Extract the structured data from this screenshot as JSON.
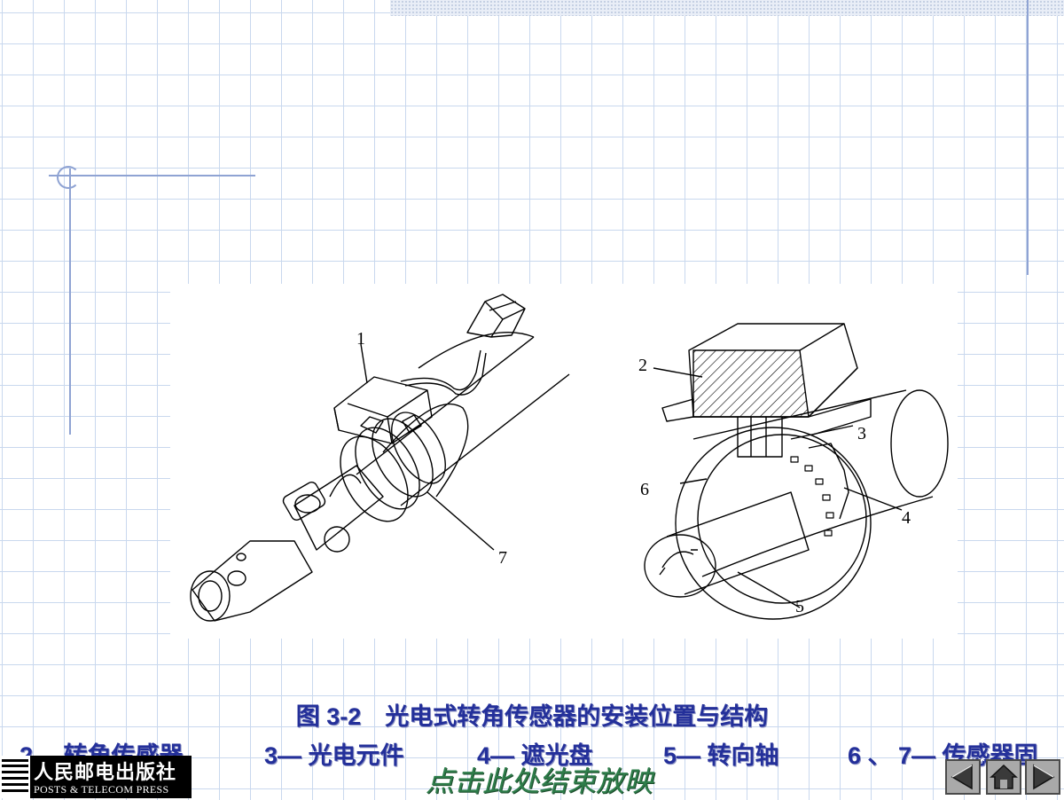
{
  "figure": {
    "callouts": [
      "1",
      "2",
      "3",
      "4",
      "5",
      "6",
      "7"
    ]
  },
  "caption": "图 3-2　光电式转角传感器的安装位置与结构",
  "legend": [
    "2— 转角传感器",
    "3— 光电元件",
    "4— 遮光盘",
    "5— 转向轴",
    "6 、 7— 传感器固"
  ],
  "publisher": {
    "name_cn": "人民邮电出版社",
    "name_en": "POSTS & TELECOM PRESS"
  },
  "end_show_link": "点击此处结束放映",
  "nav": {
    "prev_icon": "triangle-left-icon",
    "home_icon": "home-icon",
    "next_icon": "triangle-right-icon"
  },
  "colors": {
    "caption": "#24309a",
    "end_link": "#2e7d4a",
    "grid": "#c9d8ee",
    "rule": "#8fa3d3"
  }
}
